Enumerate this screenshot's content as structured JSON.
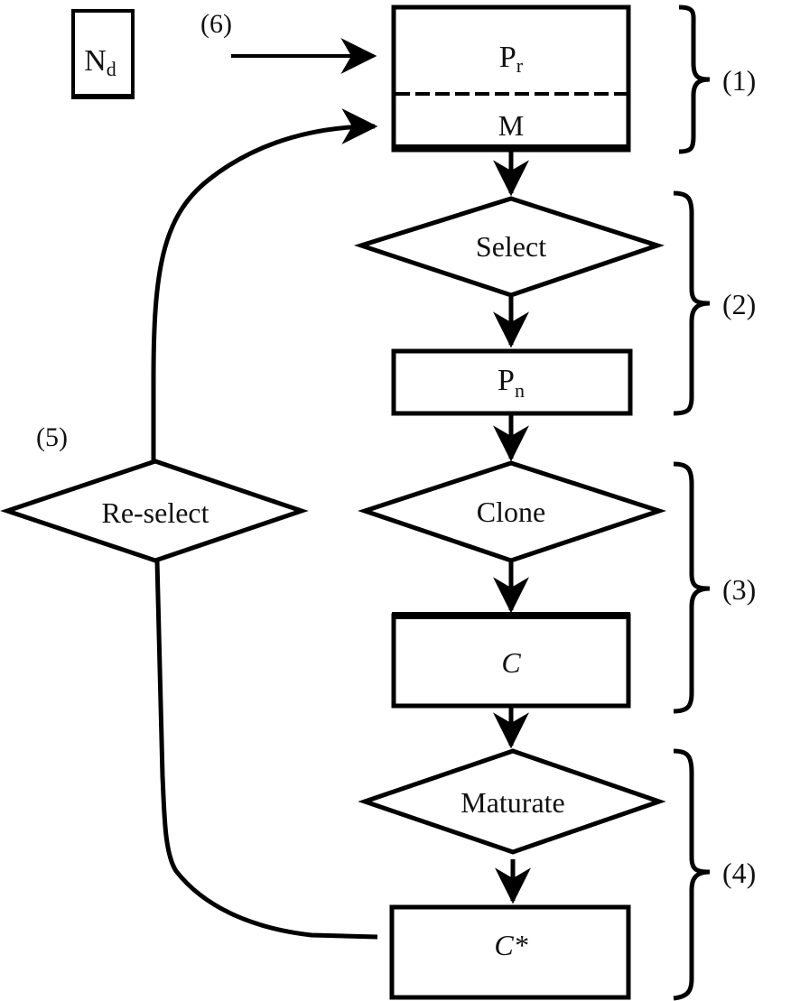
{
  "diagram": {
    "type": "flowchart",
    "nodes": {
      "nd": {
        "shape": "rect",
        "main": "N",
        "sub": "d"
      },
      "pr_m": {
        "shape": "rect-split",
        "top_main": "P",
        "top_sub": "r",
        "bottom": "M"
      },
      "select": {
        "shape": "diamond",
        "label": "Select"
      },
      "pn": {
        "shape": "rect",
        "main": "P",
        "sub": "n"
      },
      "clone": {
        "shape": "diamond",
        "label": "Clone"
      },
      "c": {
        "shape": "rect",
        "label": "C"
      },
      "maturate": {
        "shape": "diamond",
        "label": "Maturate"
      },
      "cstar": {
        "shape": "rect",
        "label": "C*"
      },
      "reselect": {
        "shape": "diamond",
        "label": "Re-select"
      }
    },
    "edges": [
      {
        "from": "nd",
        "to": "pr_m",
        "label": "(6)"
      },
      {
        "from": "pr_m",
        "to": "select"
      },
      {
        "from": "select",
        "to": "pn"
      },
      {
        "from": "pn",
        "to": "clone"
      },
      {
        "from": "clone",
        "to": "c"
      },
      {
        "from": "c",
        "to": "maturate"
      },
      {
        "from": "maturate",
        "to": "cstar"
      },
      {
        "from": "cstar",
        "to": "reselect"
      },
      {
        "from": "reselect",
        "to": "pr_m",
        "label": "(5)"
      }
    ],
    "step_labels": [
      "(1)",
      "(2)",
      "(3)",
      "(4)"
    ],
    "label_5": "(5)",
    "label_6": "(6)"
  }
}
